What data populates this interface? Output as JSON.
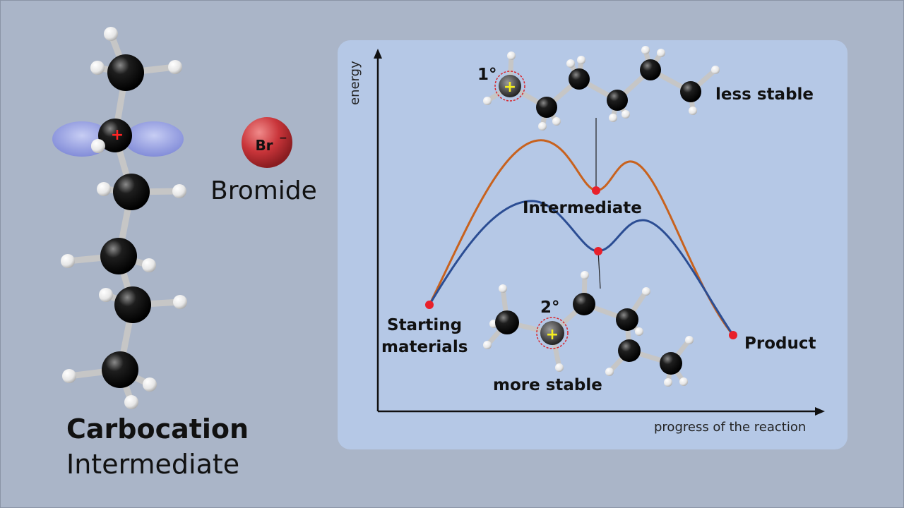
{
  "title": {
    "line1": "Carbocation",
    "line2": "Intermediate"
  },
  "ion": {
    "symbol": "Br",
    "charge": "−",
    "name": "Bromide"
  },
  "cation_marker": "+",
  "diagram": {
    "y_axis_label": "energy",
    "x_axis_label": "progress of the reaction",
    "labels": {
      "starting": [
        "Starting",
        "materials"
      ],
      "product": "Product",
      "intermediate": "Intermediate",
      "less_stable": "less stable",
      "more_stable": "more stable",
      "primary": "1°",
      "secondary": "2°"
    },
    "colors": {
      "less_stable_curve": "#c8621e",
      "more_stable_curve": "#2b4d93",
      "point": "#e8202a"
    }
  }
}
